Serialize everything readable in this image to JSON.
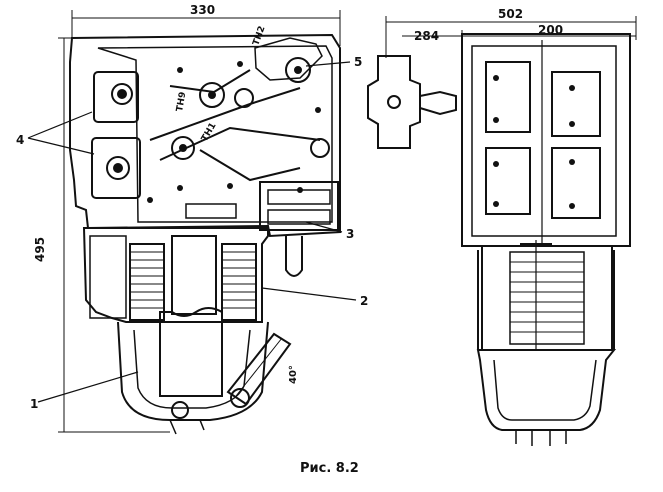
{
  "figure": {
    "caption": "Рис. 8.2",
    "dimensions": {
      "width_left": "330",
      "height_left": "495",
      "width_total": "502",
      "offset": "284",
      "width_right": "200"
    },
    "callouts": [
      "1",
      "2",
      "3",
      "4",
      "5"
    ],
    "annotations": {
      "mark_a": "ТН2",
      "mark_b": "ТН1",
      "mark_c": "ТН9",
      "angle": "40°"
    }
  }
}
